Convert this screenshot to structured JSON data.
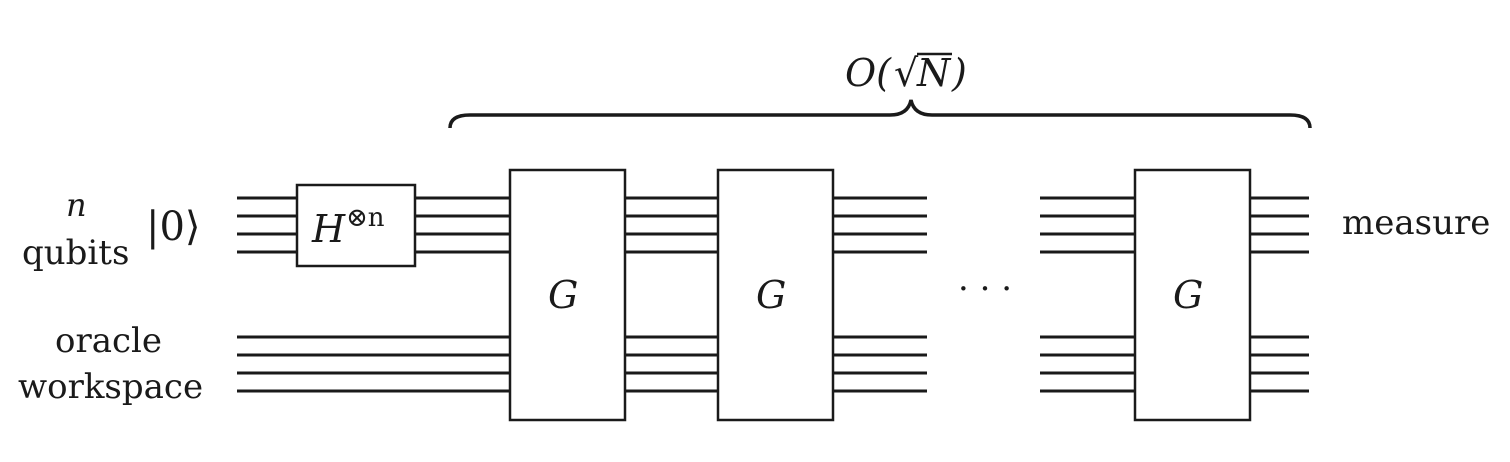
{
  "labels": {
    "n": "n",
    "qubits": "qubits",
    "ket": "|0⟩",
    "oracle": "oracle",
    "workspace": "workspace",
    "measure": "measure",
    "dots": "· · ·"
  },
  "hadamard": {
    "base": "H",
    "sup": "⊗n"
  },
  "grover_label": "G",
  "brace_label": {
    "prefix": "O(",
    "radical": "√",
    "var": "N",
    "suffix": ")"
  },
  "icons": {
    "ellipsis": "horizontal-ellipsis-icon",
    "brace": "curly-brace-icon"
  }
}
